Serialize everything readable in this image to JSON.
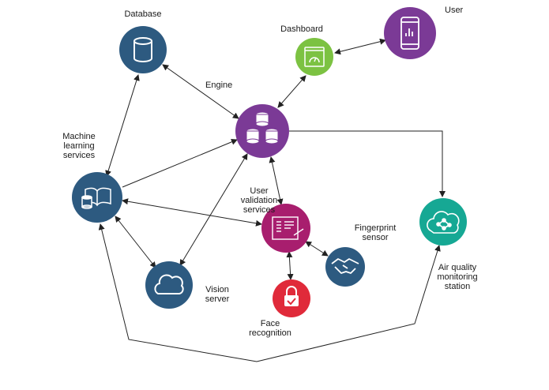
{
  "colors": {
    "navy": "#2d5a80",
    "purple": "#7b3a96",
    "green": "#7cc242",
    "magenta": "#a81e6e",
    "teal": "#16a894",
    "red": "#e02a3a",
    "edge": "#222222"
  },
  "nodes": {
    "database": {
      "label": "Database",
      "icon": "database-icon"
    },
    "dashboard": {
      "label": "Dashboard",
      "icon": "gauge-icon"
    },
    "user": {
      "label": "User",
      "icon": "smartphone-icon"
    },
    "engine": {
      "label": "Engine",
      "icon": "server-cluster-icon"
    },
    "ml": {
      "label_lines": [
        "Machine",
        "learning",
        "services"
      ],
      "icon": "book-database-icon"
    },
    "validation": {
      "label_lines": [
        "User",
        "validation",
        "services"
      ],
      "icon": "document-signature-icon"
    },
    "fingerprint": {
      "label_lines": [
        "Fingerprint",
        "sensor"
      ],
      "icon": "handshake-icon"
    },
    "air": {
      "label_lines": [
        "Air quality",
        "monitoring",
        "station"
      ],
      "icon": "cloud-network-icon"
    },
    "vision": {
      "label_lines": [
        "Vision",
        "server"
      ],
      "icon": "cloud-icon"
    },
    "face": {
      "label_lines": [
        "Face",
        "recognition"
      ],
      "icon": "lock-check-icon"
    }
  }
}
